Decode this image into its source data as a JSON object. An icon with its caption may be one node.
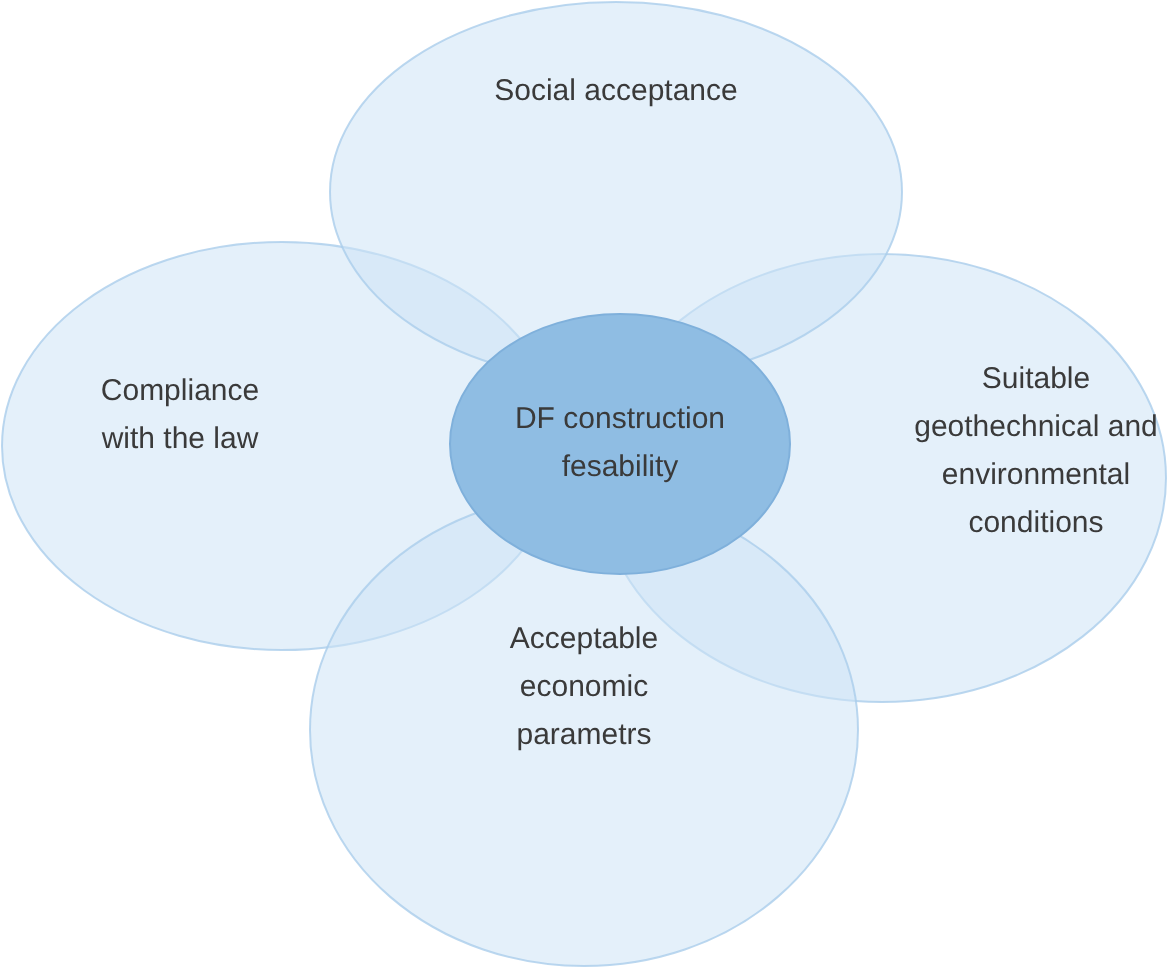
{
  "diagram": {
    "nodes": [
      {
        "text": [
          "Compliance with the law"
        ]
      },
      {
        "text": [
          "Suitable geothechnical and environmental conditions"
        ]
      },
      {
        "text": [
          "Social acceptance"
        ]
      },
      {
        "text": [
          "Acceptable economic parametrs"
        ]
      },
      {
        "text": [
          "DF construction fesability"
        ]
      }
    ]
  }
}
